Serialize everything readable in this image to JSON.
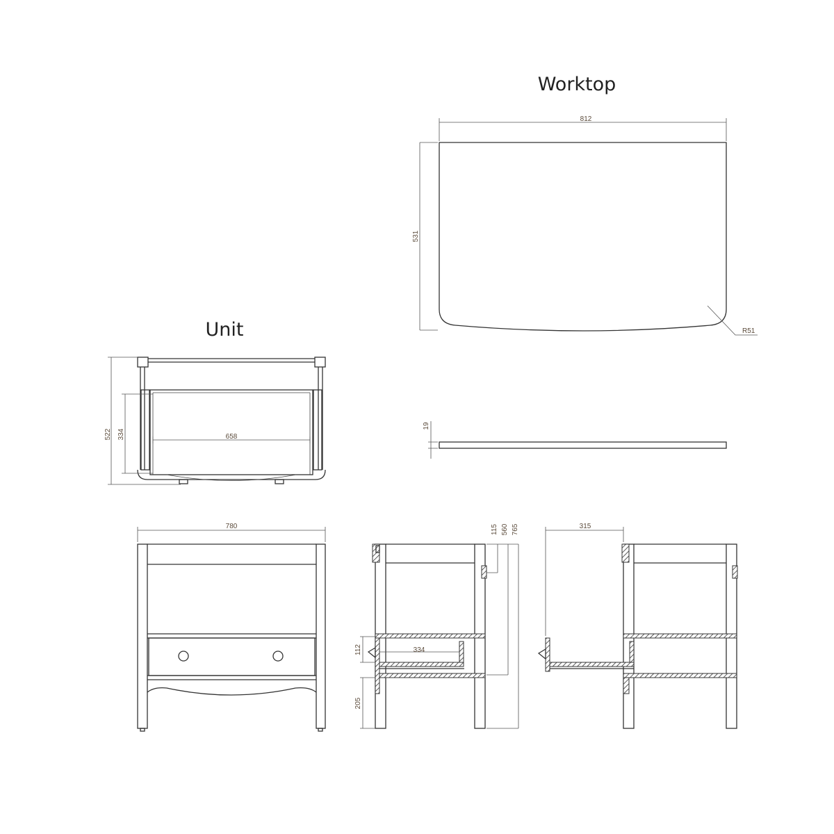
{
  "titles": {
    "worktop": "Worktop",
    "unit": "Unit"
  },
  "worktop": {
    "width": "812",
    "depth": "531",
    "radius": "R51",
    "thickness": "19"
  },
  "unit_plan": {
    "depth": "522",
    "drawer_depth": "334",
    "drawer_width": "658"
  },
  "unit_front": {
    "width": "780"
  },
  "unit_section": {
    "d115": "115",
    "d560": "560",
    "d765": "765",
    "d112": "112",
    "d205": "205",
    "drawer_depth": "334"
  },
  "unit_side": {
    "d315": "315"
  }
}
